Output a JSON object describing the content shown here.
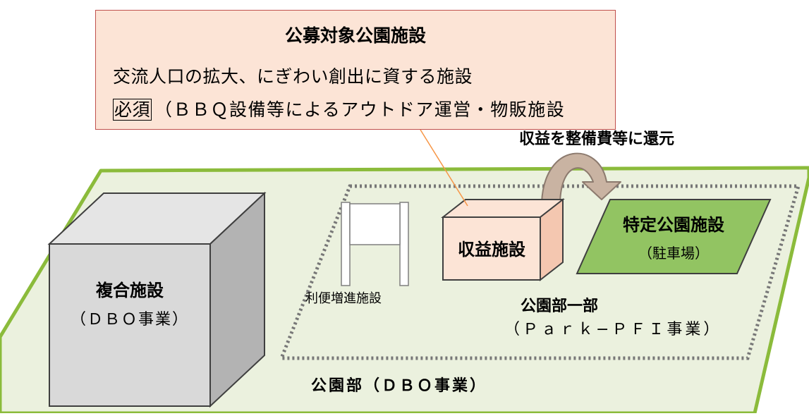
{
  "callout": {
    "title": "公募対象公園施設",
    "line1": "交流人口の拡大、にぎわい創出に資する施設",
    "required_tag": "必須",
    "line2_rest": "（ＢＢＱ設備等によるアウトドア運営・物販施設"
  },
  "arrow_label": "収益を整備費等に還元",
  "complex_facility": {
    "name": "複合施設",
    "project": "（ＤＢＯ事業）"
  },
  "convenience_facility": {
    "label": "利便増進施設"
  },
  "revenue_facility": {
    "label": "収益施設"
  },
  "specific_facility": {
    "name": "特定公園施設",
    "sub": "（駐車場）"
  },
  "park_part": {
    "name": "公園部一部",
    "project": "（Ｐａｒｋ−ＰＦＩ事業）"
  },
  "park": {
    "label": "公園部（ＤＢＯ事業）"
  },
  "colors": {
    "park_fill": "#ebf1de",
    "park_border": "#8bbb3b",
    "callout_fill": "#fce4d6",
    "callout_border": "#c0504d",
    "revenue_fill": "#fce4d6",
    "specific_fill": "#92c462",
    "complex_fill": "#d9d9d9",
    "arrow_fill": "#c9b3a2"
  }
}
